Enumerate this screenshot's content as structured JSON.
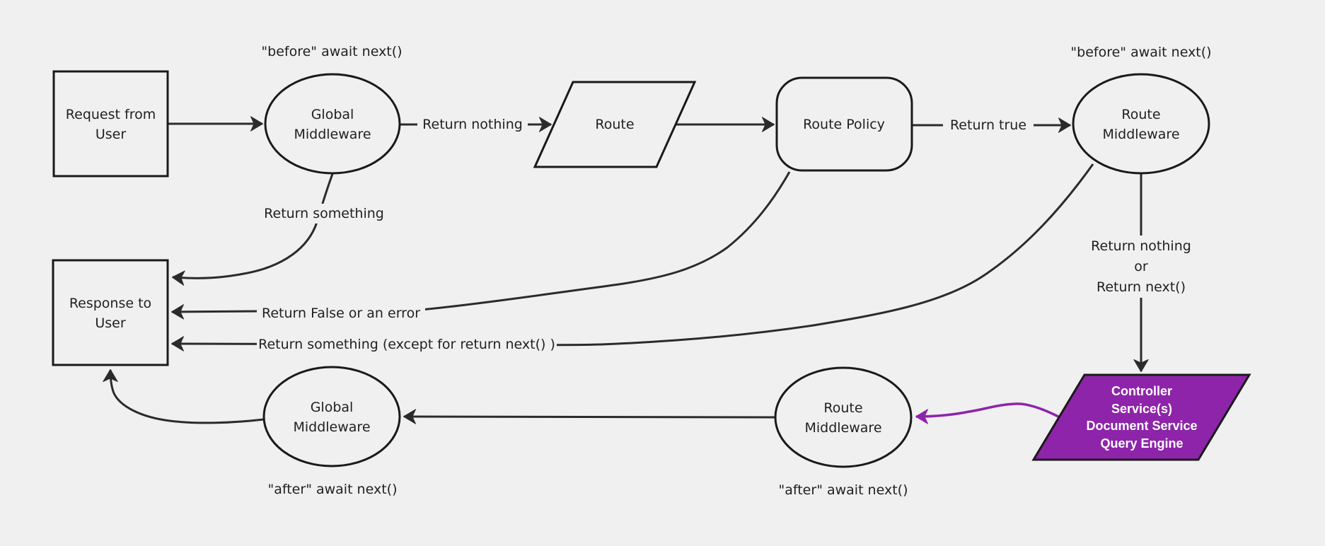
{
  "diagram": {
    "type": "flowchart",
    "background_color": "#f0f0f0",
    "edge_color": "#2b2b2b",
    "node_border_color": "#1a1a1a",
    "text_color": "#212121",
    "accent_purple": "#8e24aa",
    "nodes": {
      "request_from_user": {
        "shape": "rectangle",
        "line1": "Request from",
        "line2": "User"
      },
      "global_middleware_top": {
        "shape": "ellipse",
        "line1": "Global",
        "line2": "Middleware"
      },
      "route": {
        "shape": "parallelogram",
        "line1": "Route"
      },
      "route_policy": {
        "shape": "rounded-rectangle",
        "line1": "Route Policy"
      },
      "route_middleware_top": {
        "shape": "ellipse",
        "line1": "Route",
        "line2": "Middleware"
      },
      "response_to_user": {
        "shape": "rectangle",
        "line1": "Response to",
        "line2": "User"
      },
      "global_middleware_bottom": {
        "shape": "ellipse",
        "line1": "Global",
        "line2": "Middleware"
      },
      "route_middleware_bottom": {
        "shape": "ellipse",
        "line1": "Route",
        "line2": "Middleware"
      },
      "controller_services": {
        "shape": "parallelogram",
        "fill": "#8e24aa",
        "line1": "Controller",
        "line2": "Service(s)",
        "line3": "Document Service",
        "line4": "Query Engine"
      }
    },
    "labels": {
      "before_await_next_left": "\"before\" await next()",
      "before_await_next_right": "\"before\" await next()",
      "after_await_next_left": "\"after\" await next()",
      "after_await_next_right": "\"after\" await next()",
      "return_nothing": "Return nothing",
      "return_true": "Return true",
      "return_something": "Return something",
      "return_false_or_error": "Return False or an error",
      "return_something_except": "Return something (except for return next() )",
      "return_nothing_or_line1": "Return nothing",
      "return_nothing_or_line2": "or",
      "return_nothing_or_line3": "Return next()"
    }
  }
}
